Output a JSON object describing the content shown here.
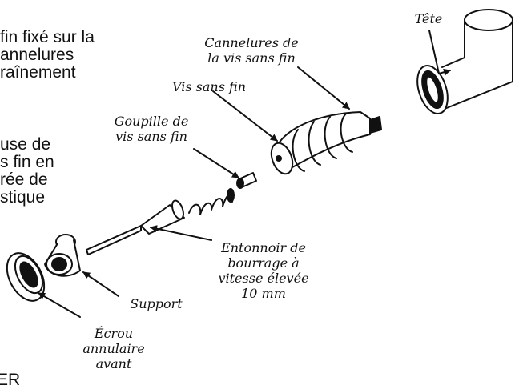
{
  "left_text": {
    "block1": [
      "fin fixé sur la",
      "annelures",
      "raînement"
    ],
    "block2": [
      "use de",
      "s fin en",
      "rée de",
      "stique"
    ],
    "bottom": "ER"
  },
  "labels": {
    "tete": "Tête",
    "cannelures": [
      "Cannelures de",
      "la vis sans fin"
    ],
    "vis": "Vis sans fin",
    "goupille": [
      "Goupille de",
      "vis sans fin"
    ],
    "entonnoir": [
      "Entonnoir de",
      "bourrage à",
      "vitesse élevée",
      "10 mm"
    ],
    "support": "Support",
    "ecrou": [
      "Écrou",
      "annulaire",
      "avant"
    ]
  }
}
